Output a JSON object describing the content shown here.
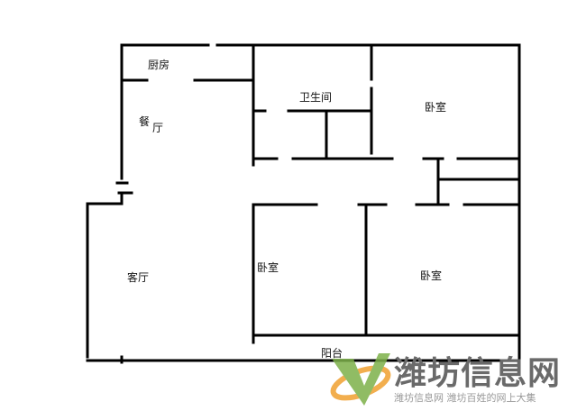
{
  "rooms": {
    "kitchen": "厨房",
    "dining_1": "餐",
    "dining_2": "厅",
    "bathroom": "卫生间",
    "bedroom_ne": "卧室",
    "living": "客厅",
    "bedroom_sw": "卧室",
    "bedroom_se": "卧室",
    "balcony": "阳台"
  },
  "watermark": {
    "title": "潍坊信息网",
    "subtitle": "潍坊信息网 潍坊百姓的网上大集",
    "colors": {
      "green": "#7db14a",
      "orange": "#f0a030",
      "gray": "#6a6a6a"
    }
  }
}
